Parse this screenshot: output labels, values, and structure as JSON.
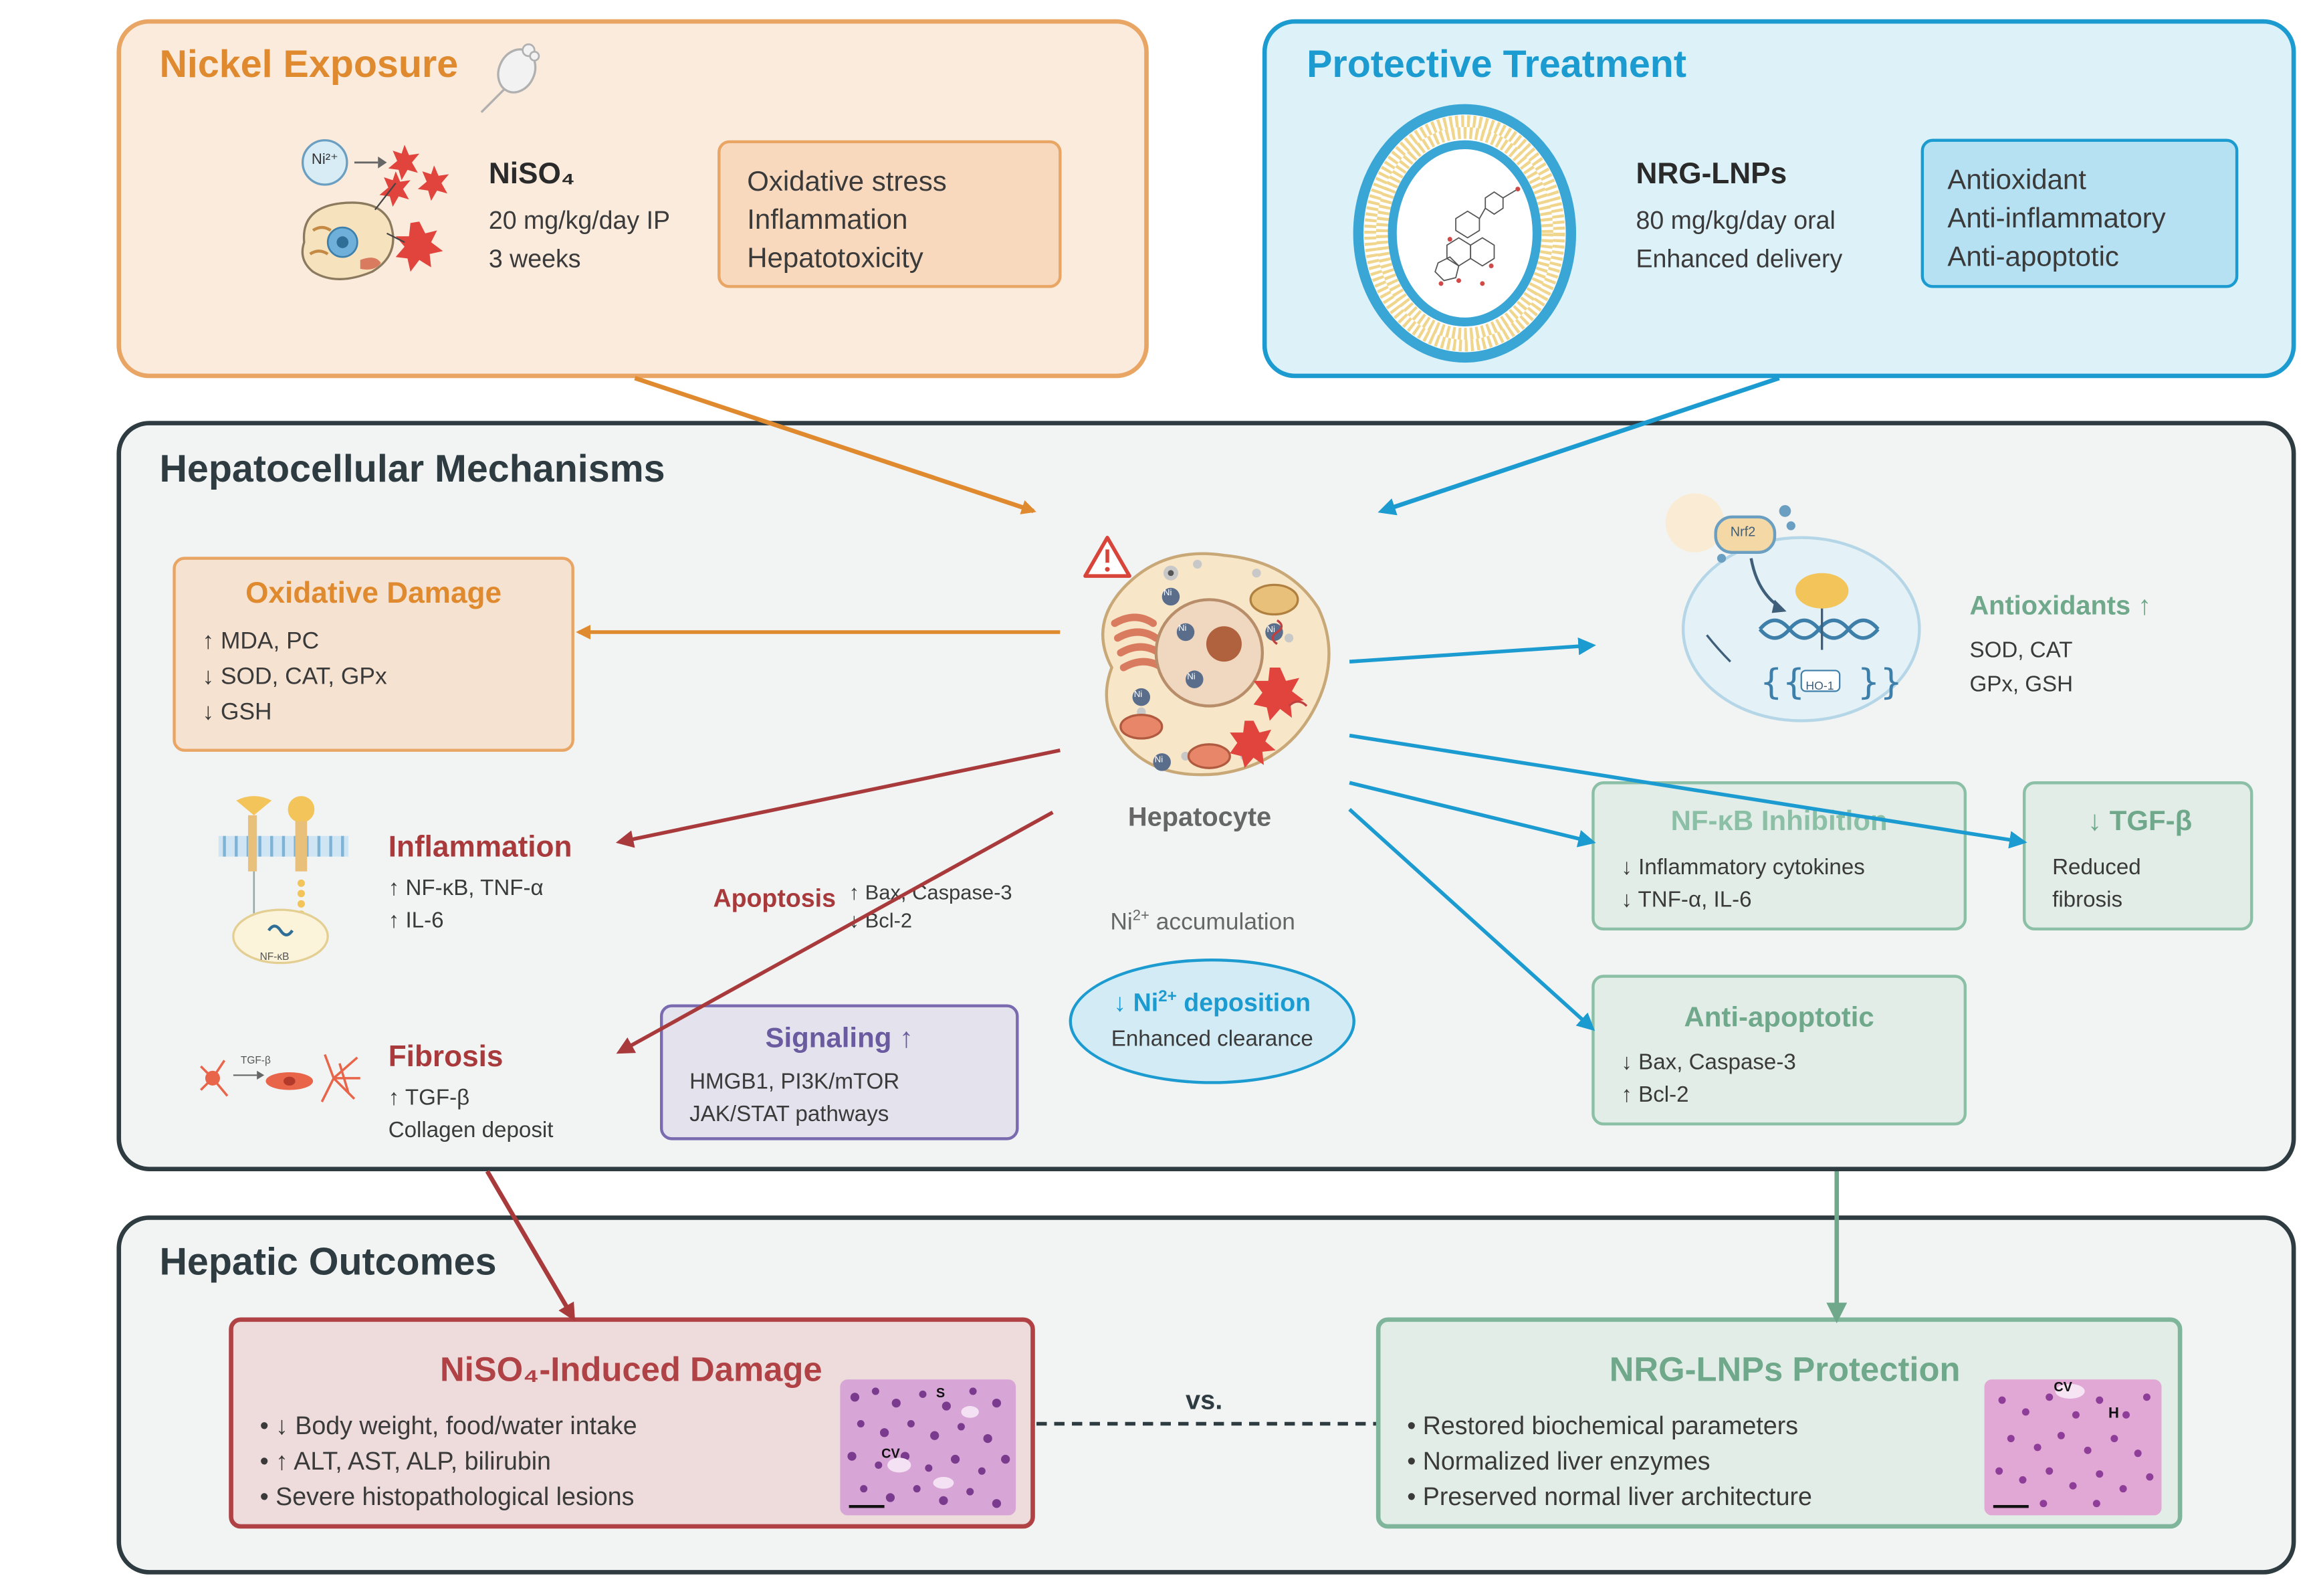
{
  "nickel": {
    "title": "Nickel Exposure",
    "ion_label": "Ni²⁺",
    "compound": "NiSO₄",
    "dose": "20 mg/kg/day IP",
    "duration": "3 weeks",
    "effects": [
      "Oxidative stress",
      "Inflammation",
      "Hepatotoxicity"
    ]
  },
  "treatment": {
    "title": "Protective Treatment",
    "compound": "NRG-LNPs",
    "dose": "80 mg/kg/day oral",
    "note": "Enhanced delivery",
    "effects": [
      "Antioxidant",
      "Anti-inflammatory",
      "Anti-apoptotic"
    ]
  },
  "mechanisms": {
    "title": "Hepatocellular Mechanisms",
    "hepatocyte": "Hepatocyte",
    "ni_label": "Ni",
    "ni_accum_pre": "Ni",
    "ni_accum_sup": "2+",
    "ni_accum_post": " accumulation",
    "oxidative": {
      "title": "Oxidative Damage",
      "lines": [
        "↑ MDA, PC",
        "↓ SOD, CAT, GPx",
        "↓ GSH"
      ]
    },
    "inflammation": {
      "title": "Inflammation",
      "lines": [
        "↑ NF-κB, TNF-α",
        "↑ IL-6"
      ],
      "icon_label": "NF-κB"
    },
    "apoptosis": {
      "title": "Apoptosis",
      "lines": [
        "↑ Bax, Caspase-3",
        "↓ Bcl-2"
      ]
    },
    "fibrosis": {
      "title": "Fibrosis",
      "lines": [
        "↑ TGF-β",
        "Collagen deposit"
      ],
      "icon_label": "TGF-β"
    },
    "signaling": {
      "title": "Signaling ↑",
      "lines": [
        "HMGB1, PI3K/mTOR",
        "JAK/STAT pathways"
      ]
    },
    "deposition": {
      "title_pre": "↓ Ni",
      "title_sup": "2+",
      "title_post": " deposition",
      "sub": "Enhanced clearance"
    },
    "antioxidants": {
      "title": "Antioxidants ↑",
      "lines": [
        "SOD, CAT",
        "GPx, GSH"
      ],
      "nrf2": "Nrf2",
      "ho1": "HO-1"
    },
    "nfkb_inhibition": {
      "title": "NF-κB Inhibition",
      "lines": [
        "↓ Inflammatory cytokines",
        "↓ TNF-α, IL-6"
      ]
    },
    "tgfb": {
      "title": "↓ TGF-β",
      "lines": [
        "Reduced",
        "fibrosis"
      ]
    },
    "anti_apoptotic": {
      "title": "Anti-apoptotic",
      "lines": [
        "↓ Bax, Caspase-3",
        "↑ Bcl-2"
      ]
    }
  },
  "outcomes": {
    "title": "Hepatic Outcomes",
    "damage": {
      "title": "NiSO₄-Induced Damage",
      "bullets": [
        "• ↓ Body weight, food/water intake",
        "• ↑ ALT, AST, ALP, bilirubin",
        "• Severe histopathological lesions"
      ],
      "micro_labels": [
        "S",
        "CV"
      ]
    },
    "vs": "vs.",
    "protection": {
      "title": "NRG-LNPs Protection",
      "bullets": [
        "• Restored biochemical parameters",
        "• Normalized liver enzymes",
        "• Preserved normal liver architecture"
      ],
      "micro_labels": [
        "CV",
        "H"
      ]
    }
  },
  "colors": {
    "orange": "#E08A30",
    "blue": "#1C9BD0",
    "red": "#A83A3C",
    "green": "#6FA88A",
    "purple": "#6A5AA0",
    "dark": "#2E3B40"
  }
}
